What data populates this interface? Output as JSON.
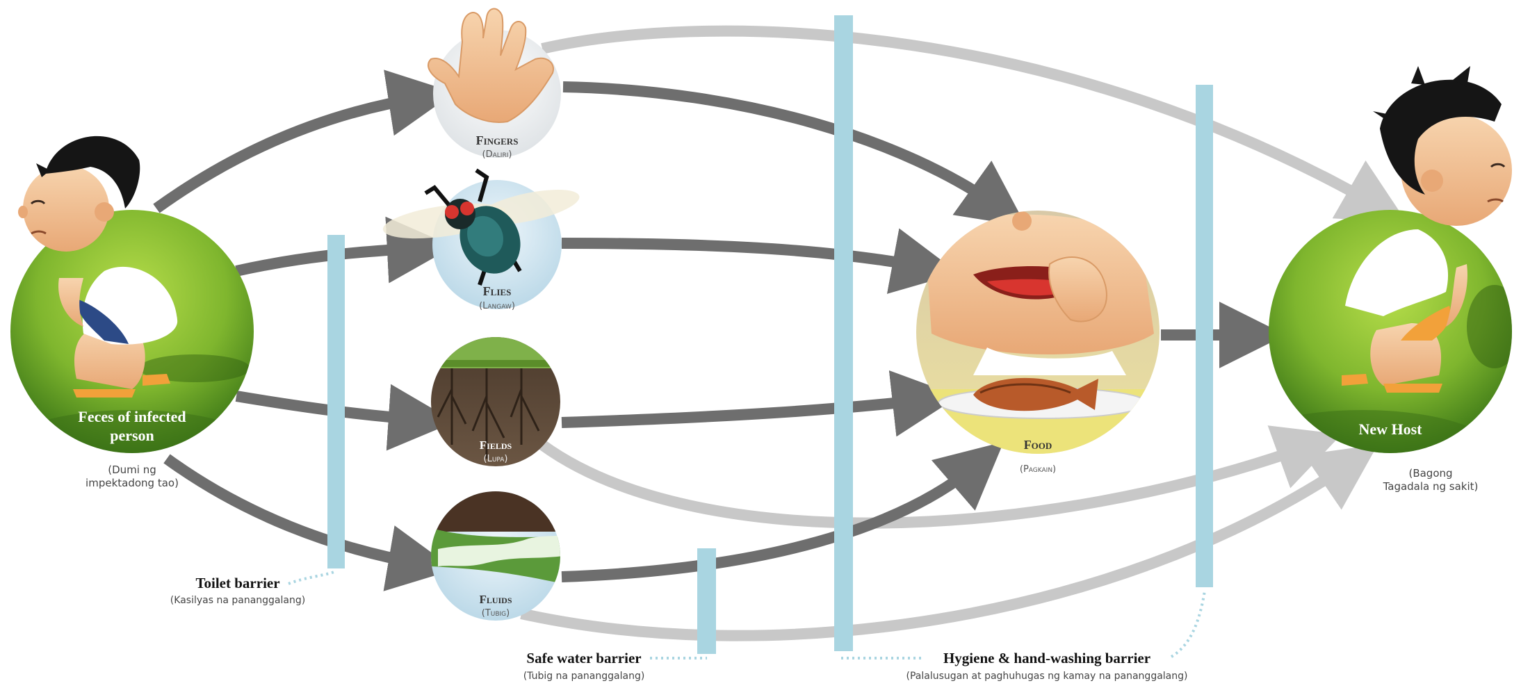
{
  "nodes": {
    "source": {
      "title_line1": "Feces of infected",
      "title_line2": "person",
      "caption_line1": "(Dumi ng",
      "caption_line2": "impektadong tao)"
    },
    "fingers": {
      "title": "Fingers",
      "sub": "(Daliri)"
    },
    "flies": {
      "title": "Flies",
      "sub": "(Langaw)"
    },
    "fields": {
      "title": "Fields",
      "sub": "(Lupa)"
    },
    "fluids": {
      "title": "Fluids",
      "sub": "(Tubig)"
    },
    "food": {
      "title": "Food",
      "sub": "(Pagkain)"
    },
    "host": {
      "title": "New Host",
      "caption_line1": "(Bagong",
      "caption_line2": "Tagadala ng sakit)"
    }
  },
  "barriers": {
    "toilet": {
      "title": "Toilet barrier",
      "sub": "(Kasilyas na pananggalang)"
    },
    "water": {
      "title": "Safe water barrier",
      "sub": "(Tubig na pananggalang)"
    },
    "hygiene": {
      "title": "Hygiene & hand-washing barrier",
      "sub": "(Palalusugan at paghuhugas ng kamay na pananggalang)"
    }
  },
  "colors": {
    "arrow_dark": "#6e6e6e",
    "arrow_light": "#c8c8c8",
    "barrier": "#a9d5e1",
    "grass_light": "#9acd3c",
    "grass_dark": "#4f8a1e",
    "skin": "#f4c9a0",
    "hair": "#151515"
  }
}
